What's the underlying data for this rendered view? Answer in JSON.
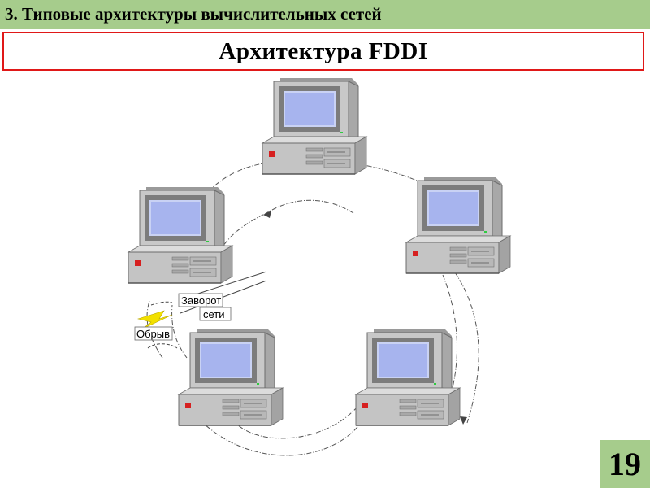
{
  "header": {
    "section_title": "3. Типовые архитектуры вычислительных сетей",
    "bar_color": "#a6cc8c"
  },
  "slide": {
    "title": "Архитектура FDDI",
    "border_color": "#e01818"
  },
  "diagram": {
    "computers": [
      {
        "id": "computer-top",
        "icon": "desktop-computer-icon"
      },
      {
        "id": "computer-right",
        "icon": "desktop-computer-icon"
      },
      {
        "id": "computer-left",
        "icon": "desktop-computer-icon"
      },
      {
        "id": "computer-bottom-left",
        "icon": "desktop-computer-icon"
      },
      {
        "id": "computer-bottom-right",
        "icon": "desktop-computer-icon"
      }
    ],
    "labels": {
      "wrap_line1": "Заворот",
      "wrap_line2": "сети",
      "break": "Обрыв"
    },
    "break_icon": "lightning-icon",
    "ring_color": "#555555",
    "break_color": "#f2e000"
  },
  "page": {
    "number": "19"
  }
}
